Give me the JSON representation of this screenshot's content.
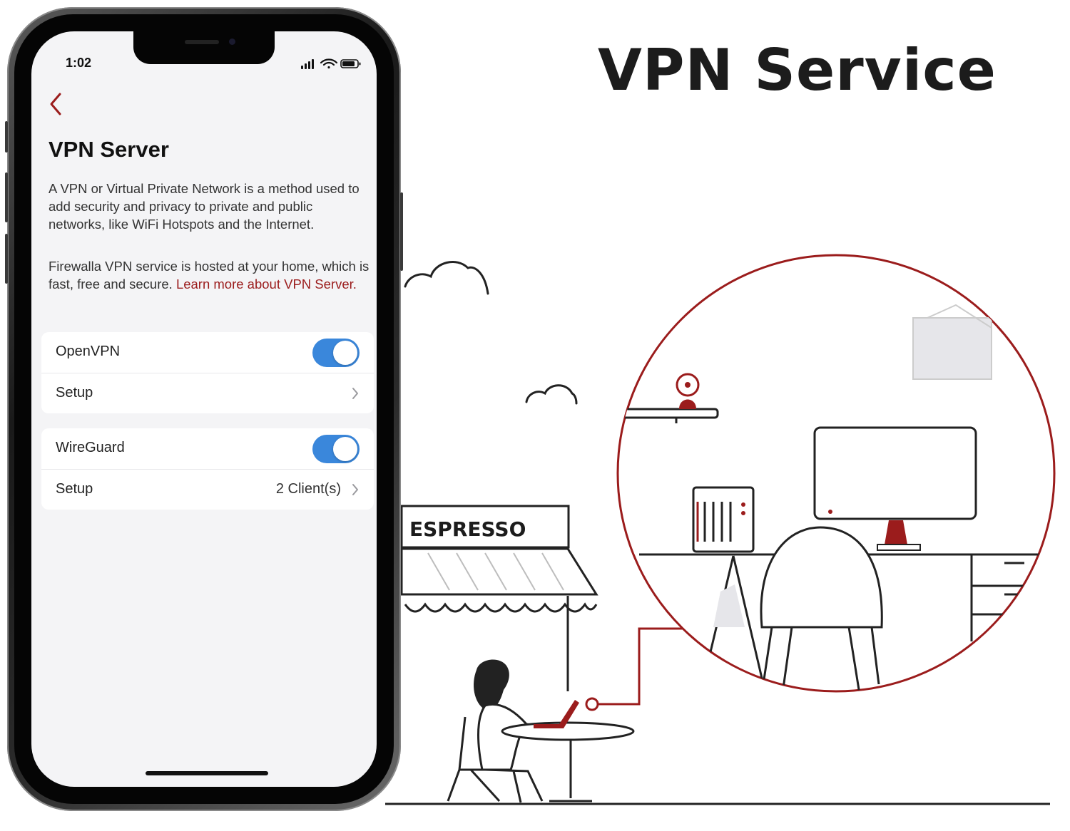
{
  "headline": "VPN Service",
  "phone": {
    "status_time": "1:02",
    "title": "VPN Server",
    "paragraph1": "A VPN or Virtual Private Network is a method used to add security and privacy to private and public networks, like WiFi Hotspots and the Internet.",
    "paragraph2_text": "Firewalla VPN service is hosted at your home, which is fast, free and secure. ",
    "paragraph2_link": "Learn more about VPN Server.",
    "openvpn": {
      "label": "OpenVPN",
      "enabled": true,
      "setup_label": "Setup"
    },
    "wireguard": {
      "label": "WireGuard",
      "enabled": true,
      "setup_label": "Setup",
      "setup_value": "2 Client(s)"
    }
  },
  "illustration": {
    "shop_sign": "ESPRESSO"
  },
  "colors": {
    "accent_red": "#9b1c1c",
    "toggle_blue": "#3a87db",
    "screen_bg": "#f4f4f6"
  }
}
